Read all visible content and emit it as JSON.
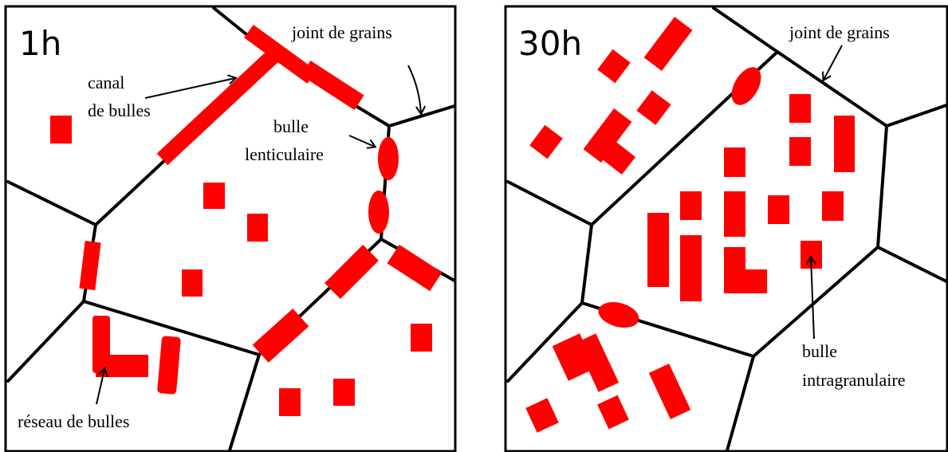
{
  "panels": [
    {
      "time_label": "1h",
      "labels": {
        "grain_boundary": "joint de grains",
        "bubble_channel_line1": "canal",
        "bubble_channel_line2": "de bulles",
        "lenticular_line1": "bulle",
        "lenticular_line2": "lenticulaire",
        "network": "réseau de bulles"
      }
    },
    {
      "time_label": "30h",
      "labels": {
        "grain_boundary": "joint de grains",
        "intragranular_line1": "bulle",
        "intragranular_line2": "intragranulaire"
      }
    }
  ],
  "colors": {
    "bubble": "#ff0000",
    "boundary": "#000000",
    "background": "#ffffff"
  }
}
